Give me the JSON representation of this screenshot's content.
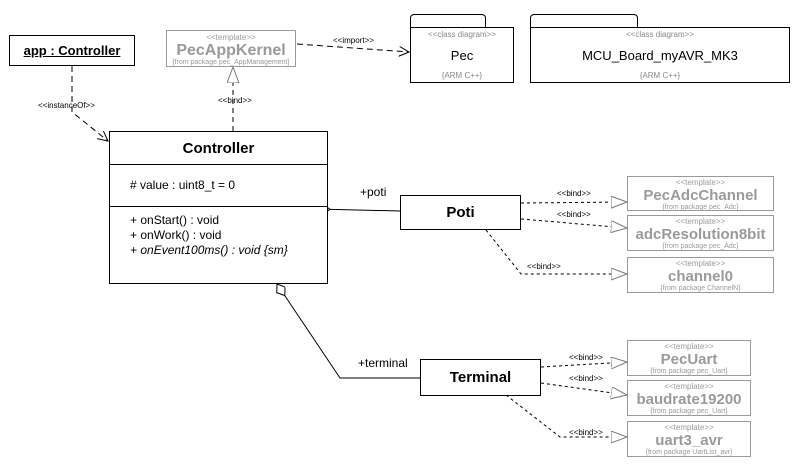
{
  "app_object": {
    "name": "app : Controller"
  },
  "pec_app_kernel": {
    "stereotype": "<<template>>",
    "name": "PecAppKernel",
    "from": "{from package pec_AppManagement}"
  },
  "pec_package": {
    "stereotype": "<<class diagram>>",
    "name": "Pec",
    "tag": "{ARM C++}"
  },
  "mcu_package": {
    "stereotype": "<<class diagram>>",
    "name": "MCU_Board_myAVR_MK3",
    "tag": "{ARM C++}"
  },
  "controller": {
    "name": "Controller",
    "attributes": [
      "# value : uint8_t = 0"
    ],
    "operations": [
      "+ onStart() : void",
      "+ onWork() : void"
    ],
    "abstract_operation": "+ onEvent100ms() : void {sm}"
  },
  "poti": {
    "name": "Poti"
  },
  "terminal": {
    "name": "Terminal"
  },
  "templates": {
    "pec_adc_channel": {
      "stereotype": "<<template>>",
      "name": "PecAdcChannel",
      "from": "{from package pec_Adc}"
    },
    "adc_resolution": {
      "stereotype": "<<template>>",
      "name": "adcResolution8bit",
      "from": "{from package pec_Adc}"
    },
    "channel0": {
      "stereotype": "<<template>>",
      "name": "channel0",
      "from": "{from package ChannelN}"
    },
    "pec_uart": {
      "stereotype": "<<template>>",
      "name": "PecUart",
      "from": "{from package pec_Uart}"
    },
    "baudrate": {
      "stereotype": "<<template>>",
      "name": "baudrate19200",
      "from": "{from package pec_Uart}"
    },
    "uart3_avr": {
      "stereotype": "<<template>>",
      "name": "uart3_avr",
      "from": "{from package UartList_avr}"
    }
  },
  "labels": {
    "instance_of": "<<instanceOf>>",
    "bind": "<<bind>>",
    "import": "<<import>>",
    "poti_role": "+poti",
    "terminal_role": "+terminal"
  }
}
